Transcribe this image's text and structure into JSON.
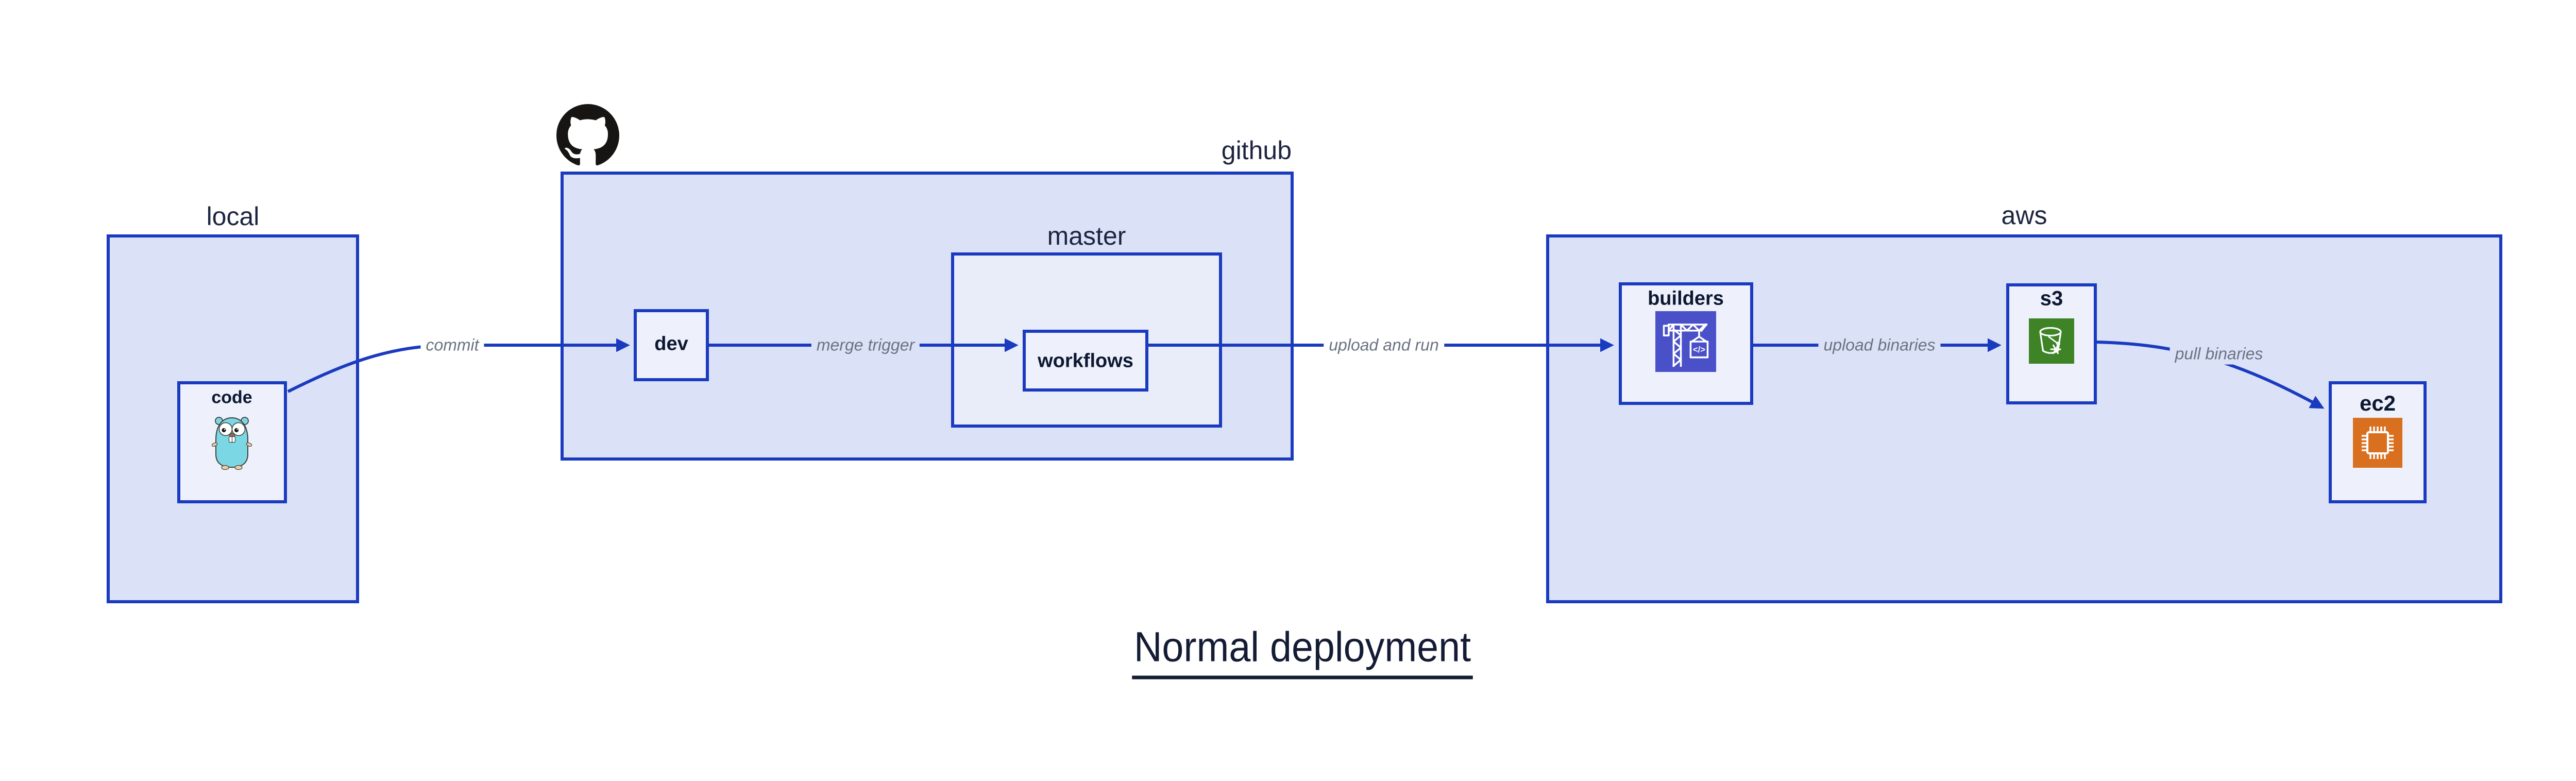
{
  "diagram_title": "Normal deployment",
  "groups": {
    "local": {
      "label": "local"
    },
    "github": {
      "label": "github"
    },
    "master": {
      "label": "master"
    },
    "aws": {
      "label": "aws"
    }
  },
  "nodes": {
    "code": {
      "label": "code",
      "icon": "go-gopher-icon"
    },
    "dev": {
      "label": "dev"
    },
    "workflows": {
      "label": "workflows"
    },
    "builders": {
      "label": "builders",
      "icon": "codebuild-crane-icon"
    },
    "s3": {
      "label": "s3",
      "icon": "s3-bucket-icon"
    },
    "ec2": {
      "label": "ec2",
      "icon": "ec2-chip-icon"
    }
  },
  "edges": {
    "commit": {
      "label": "commit",
      "from": "code",
      "to": "dev"
    },
    "merge_trigger": {
      "label": "merge trigger",
      "from": "dev",
      "to": "workflows"
    },
    "upload_and_run": {
      "label": "upload and run",
      "from": "workflows",
      "to": "builders"
    },
    "upload_binaries": {
      "label": "upload binaries",
      "from": "builders",
      "to": "s3"
    },
    "pull_binaries": {
      "label": "pull binaries",
      "from": "s3",
      "to": "ec2"
    }
  },
  "icons": {
    "github_logo": "octocat-mark",
    "builders_glyph": "</>"
  },
  "colors": {
    "stroke_blue": "#1a3ac0",
    "group_fill": "#dbe2f7",
    "master_fill": "#e9edfa",
    "node_fill": "#eef1fc",
    "title_dark": "#141c35",
    "edge_label_gray": "#6a7383",
    "octocat_black": "#171513",
    "gopher_teal": "#7bd7e3",
    "builders_icon_bg": "#4a51c8",
    "s3_icon_bg": "#3e8427",
    "ec2_icon_bg": "#d9701f"
  }
}
